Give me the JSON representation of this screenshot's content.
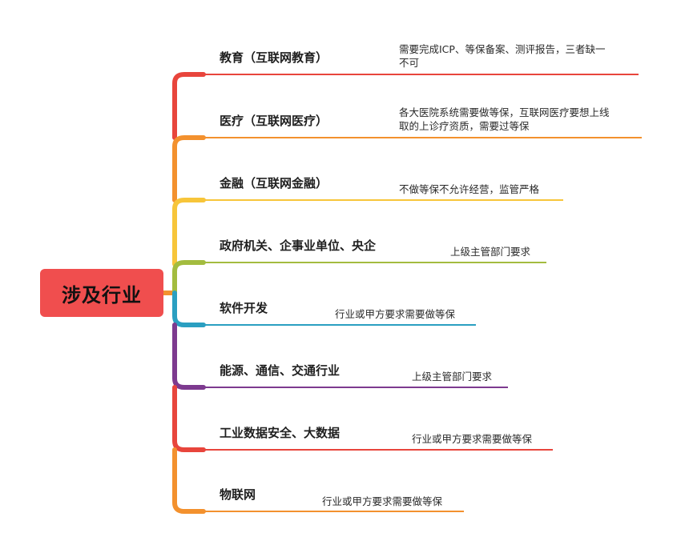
{
  "root": {
    "label": "涉及行业"
  },
  "branches": [
    {
      "label": "教育（互联网教育）",
      "note_lines": [
        "需要完成ICP、等保备案、测评报告，三者缺一",
        "不可"
      ],
      "color": "#e8453c"
    },
    {
      "label": "医疗（互联网医疗）",
      "note_lines": [
        "各大医院系统需要做等保，互联网医疗要想上线",
        "取的上诊疗资质，需要过等保"
      ],
      "color": "#f3912e"
    },
    {
      "label": "金融（互联网金融）",
      "note_lines": [
        "不做等保不允许经营，监管严格"
      ],
      "color": "#f7c53a"
    },
    {
      "label": "政府机关、企事业单位、央企",
      "note_lines": [
        "上级主管部门要求"
      ],
      "color": "#a3bc3f"
    },
    {
      "label": "软件开发",
      "note_lines": [
        "行业或甲方要求需要做等保"
      ],
      "color": "#2a9fc1"
    },
    {
      "label": "能源、通信、交通行业",
      "note_lines": [
        "上级主管部门要求"
      ],
      "color": "#7d3a8f"
    },
    {
      "label": "工业数据安全、大数据",
      "note_lines": [
        "行业或甲方要求需要做等保"
      ],
      "color": "#e8453c"
    },
    {
      "label": "物联网",
      "note_lines": [
        "行业或甲方要求需要做等保"
      ],
      "color": "#f3912e"
    }
  ]
}
